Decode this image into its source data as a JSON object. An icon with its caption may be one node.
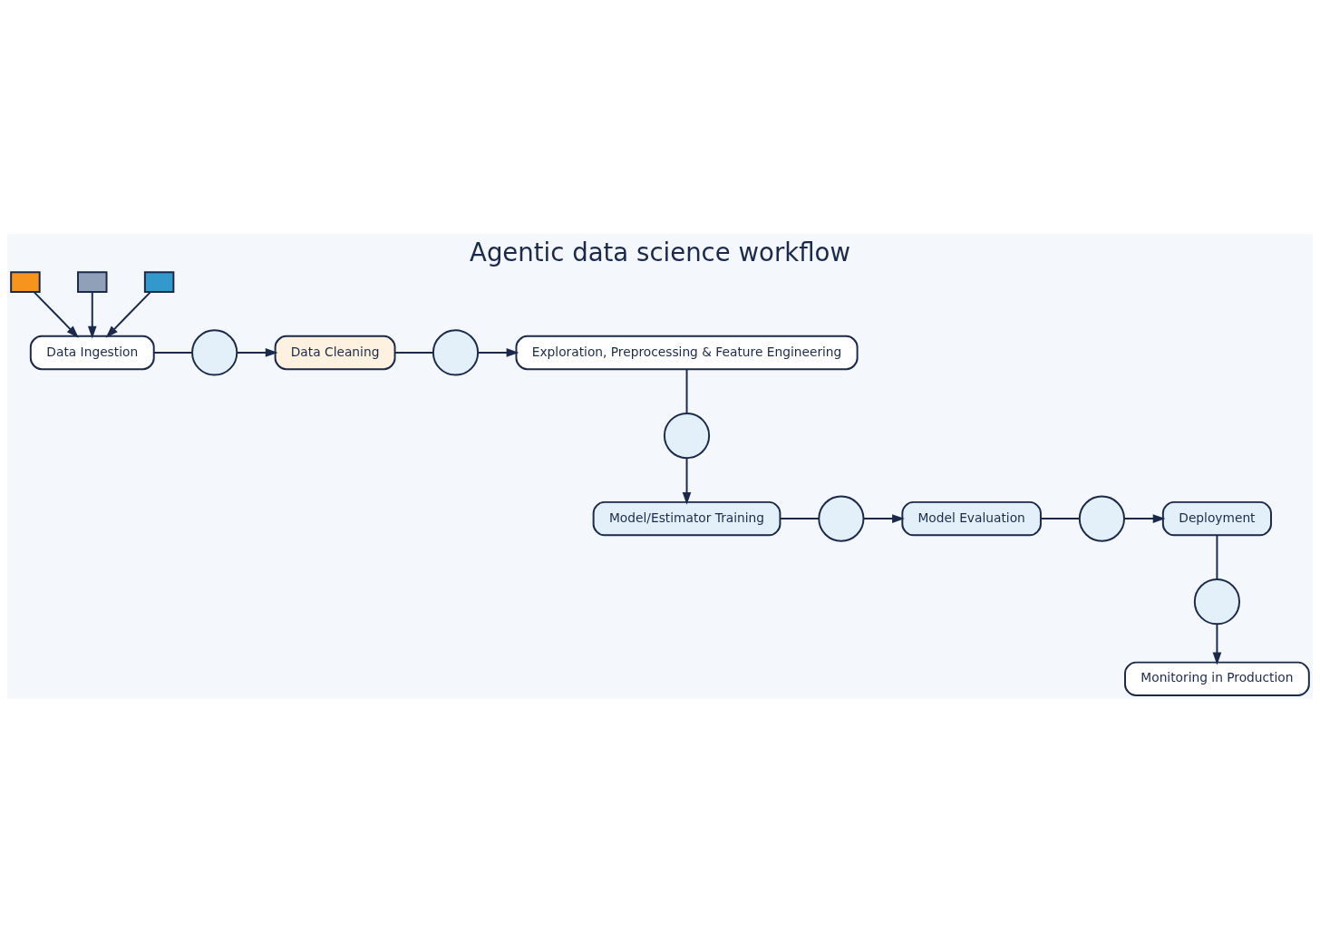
{
  "diagram": {
    "title": "Agentic data science workflow",
    "nodes": [
      {
        "text": [],
        "shape": "box"
      },
      {
        "text": [],
        "shape": "box"
      },
      {
        "text": [],
        "shape": "box"
      },
      {
        "text": [
          "Data Ingestion"
        ]
      },
      {
        "text": [],
        "shape": "circle"
      },
      {
        "text": [
          "Data Cleaning"
        ]
      },
      {
        "text": [],
        "shape": "circle"
      },
      {
        "text": [
          "Exploration, Preprocessing & Feature Engineering"
        ]
      },
      {
        "text": [],
        "shape": "circle"
      },
      {
        "text": [
          "Model/Estimator Training"
        ]
      },
      {
        "text": [],
        "shape": "circle"
      },
      {
        "text": [
          "Model Evaluation"
        ]
      },
      {
        "text": [],
        "shape": "circle"
      },
      {
        "text": [
          "Deployment"
        ]
      },
      {
        "text": [],
        "shape": "circle"
      },
      {
        "text": [
          "Monitoring in Production"
        ]
      }
    ],
    "edges": [
      {
        "from": 0,
        "to": 3,
        "arrow": "to"
      },
      {
        "from": 1,
        "to": 3,
        "arrow": "to"
      },
      {
        "from": 2,
        "to": 3,
        "arrow": "to"
      },
      {
        "from": 3,
        "to": 4,
        "arrow": "none"
      },
      {
        "from": 4,
        "to": 5,
        "arrow": "to"
      },
      {
        "from": 5,
        "to": 6,
        "arrow": "none"
      },
      {
        "from": 6,
        "to": 7,
        "arrow": "to"
      },
      {
        "from": 7,
        "to": 8,
        "arrow": "none"
      },
      {
        "from": 8,
        "to": 9,
        "arrow": "to"
      },
      {
        "from": 9,
        "to": 10,
        "arrow": "none"
      },
      {
        "from": 10,
        "to": 11,
        "arrow": "to"
      },
      {
        "from": 11,
        "to": 12,
        "arrow": "none"
      },
      {
        "from": 12,
        "to": 13,
        "arrow": "to"
      },
      {
        "from": 13,
        "to": 14,
        "arrow": "none"
      },
      {
        "from": 14,
        "to": 15,
        "arrow": "to"
      }
    ]
  }
}
